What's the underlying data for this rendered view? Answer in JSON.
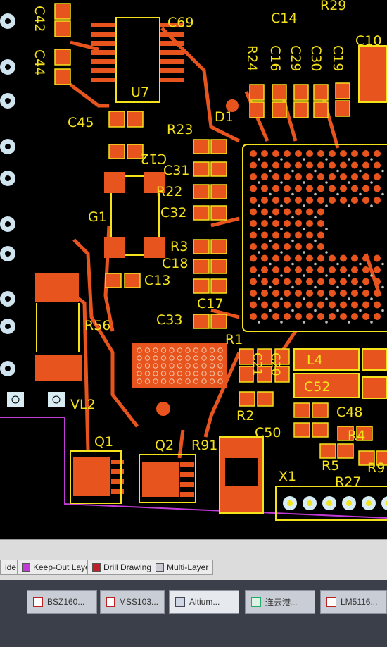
{
  "pcb": {
    "labels": [
      "C42",
      "C44",
      "C69",
      "C14",
      "R29",
      "C10",
      "R24",
      "C16",
      "C29",
      "C30",
      "C19",
      "U7",
      "C45",
      "D1",
      "R23",
      "C12",
      "C31",
      "R22",
      "G1",
      "C32",
      "R3",
      "C18",
      "C13",
      "C17",
      "R56",
      "C33",
      "R1",
      "C21",
      "C20",
      "L4",
      "C52",
      "C48",
      "R2",
      "C50",
      "R4",
      "R5",
      "R27",
      "R9",
      "X1",
      "VL2",
      "Q1",
      "Q2",
      "R91"
    ],
    "colors": {
      "copper": "#e8541e",
      "silkscreen": "#f4e21a",
      "keepout": "#c13bd6",
      "pad_white": "#d8ecf4"
    }
  },
  "layer_tabs": [
    {
      "label": "ide",
      "swatch": null
    },
    {
      "label": "Keep-Out Layer",
      "swatch": "#c13bd6"
    },
    {
      "label": "Drill Drawing",
      "swatch": "#c0202a"
    },
    {
      "label": "Multi-Layer",
      "swatch": "#c8ccd2"
    }
  ],
  "taskbar": [
    {
      "label": "BSZ160..."
    },
    {
      "label": "MSS103..."
    },
    {
      "label": "Altium..."
    },
    {
      "label": "连云港..."
    },
    {
      "label": "LM5116..."
    }
  ]
}
